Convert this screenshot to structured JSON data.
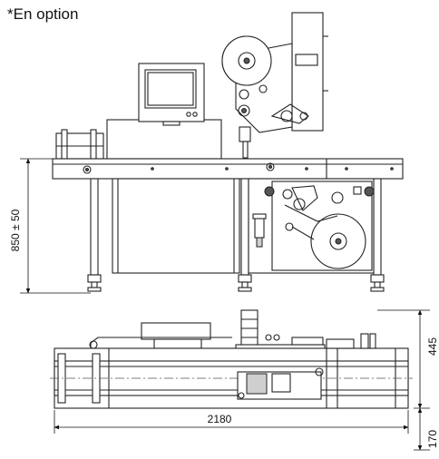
{
  "note": "*En option",
  "dimensions": {
    "height": "850 ± 50",
    "length": "2180",
    "depth_top": "445",
    "depth_bottom": "170"
  }
}
